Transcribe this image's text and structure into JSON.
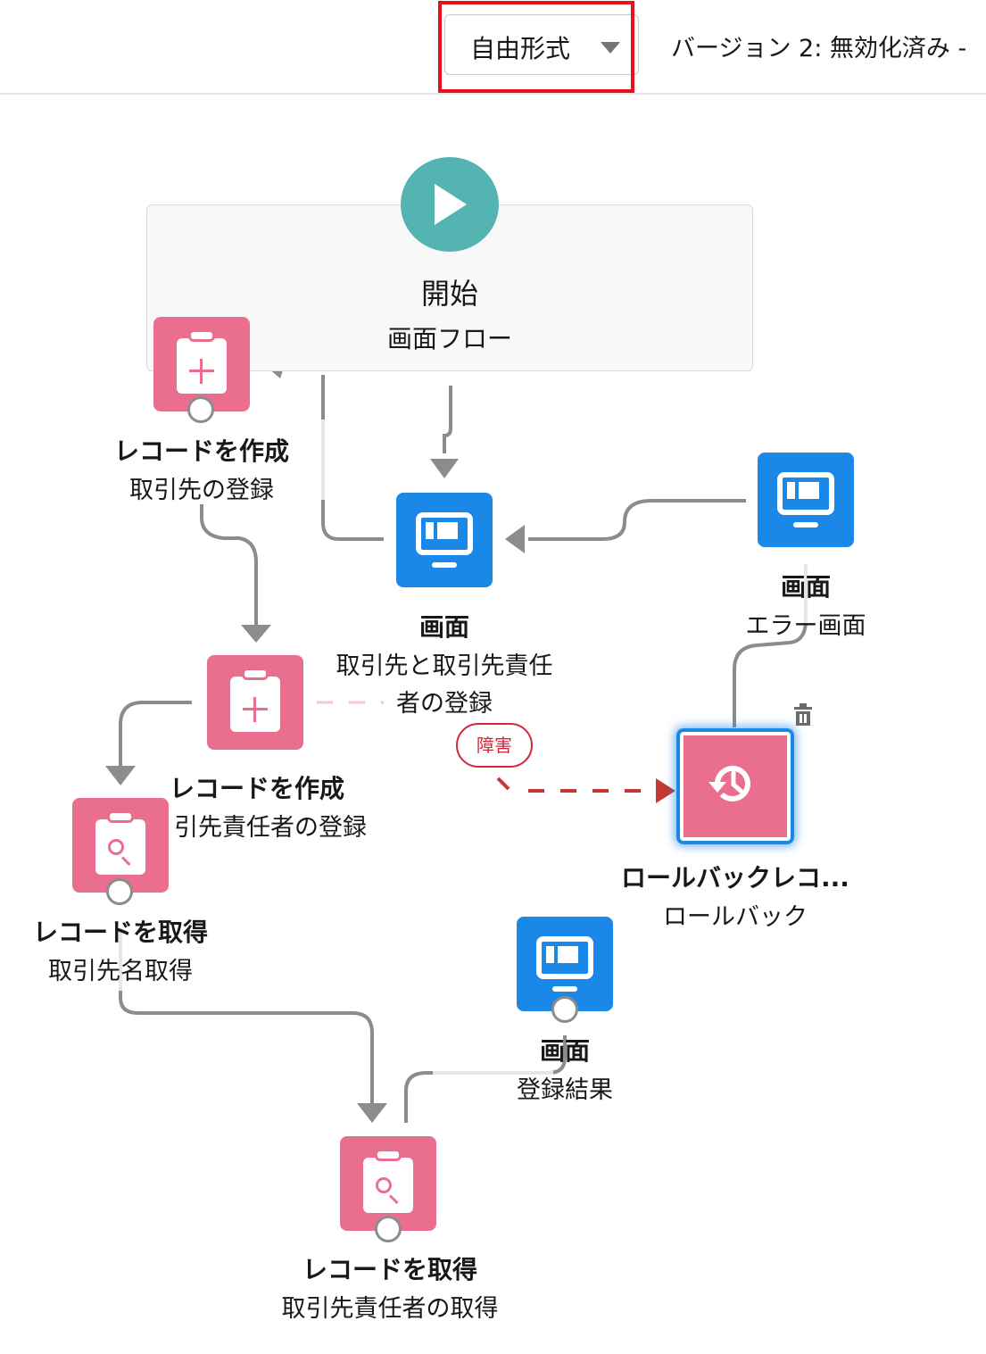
{
  "toolbar": {
    "layout_mode": "自由形式",
    "version_status": "バージョン 2: 無効化済み -"
  },
  "colors": {
    "start": "#54b4b2",
    "record_element": "#ea6f8e",
    "screen_element": "#1b87e6",
    "connector": "#8c8c8c",
    "fault": "#c23934",
    "highlight": "#e8101a"
  },
  "start": {
    "title": "開始",
    "subtitle": "画面フロー",
    "icon": "play-icon"
  },
  "nodes": {
    "create_account": {
      "type": "レコードを作成",
      "name": "取引先の登録",
      "icon": "clipboard-plus-icon"
    },
    "screen_main": {
      "type": "画面",
      "name_line1": "取引先と取引先責任",
      "name_line2": "者の登録",
      "icon": "monitor-icon"
    },
    "screen_error": {
      "type": "画面",
      "name": "エラー画面",
      "icon": "monitor-icon"
    },
    "create_contact": {
      "type": "レコードを作成",
      "name": "引先責任者の登録",
      "icon": "clipboard-plus-icon"
    },
    "rollback": {
      "type": "ロールバックレコ...",
      "name": "ロールバック",
      "icon": "history-icon"
    },
    "get_account": {
      "type": "レコードを取得",
      "name": "取引先名取得",
      "icon": "clipboard-search-icon"
    },
    "screen_result": {
      "type": "画面",
      "name": "登録結果",
      "icon": "monitor-icon"
    },
    "get_contact": {
      "type": "レコードを取得",
      "name": "取引先責任者の取得",
      "icon": "clipboard-search-icon"
    }
  },
  "fault_label": "障害",
  "delete_icon": "trash-icon"
}
